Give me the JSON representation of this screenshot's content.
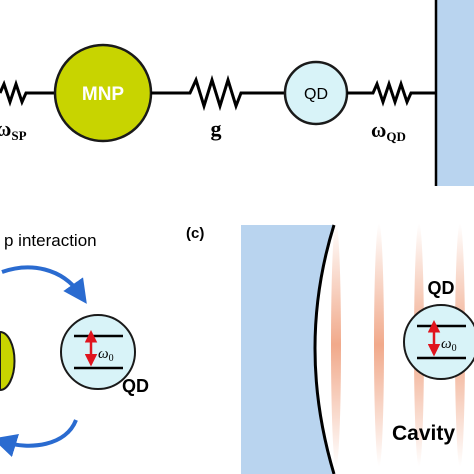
{
  "top_panel": {
    "mnp_label": "MNP",
    "qd_label": "QD",
    "omega_sp_label": "ω",
    "omega_sp_sub": "SP",
    "coupling_label": "g",
    "omega_qd_label": "ω",
    "omega_qd_sub": "QD"
  },
  "bottom_left_panel": {
    "interaction_label": "p interaction",
    "qd_label": "QD",
    "level_label": "ω",
    "level_sub": "0"
  },
  "bottom_right_panel": {
    "panel_label": "(c)",
    "qd_label": "QD",
    "level_label": "ω",
    "level_sub": "0",
    "cavity_label": "Cavity"
  },
  "colors": {
    "mnp_fill": "#c8d400",
    "qd_fill": "#d8f3f8",
    "mirror_fill": "#b9d4ef",
    "arrow_blue": "#2a6bd0",
    "level_arrow_red": "#e0141e",
    "cavity_mode": "#f0a585"
  }
}
